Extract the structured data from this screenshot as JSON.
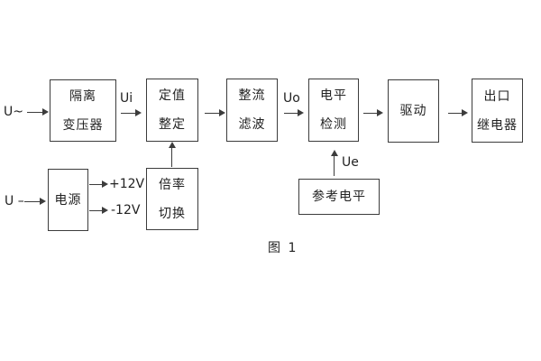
{
  "diagram": {
    "caption": "图 1",
    "inputs": {
      "ac": "U~",
      "dc": "U –"
    },
    "signals": {
      "ui": "Ui",
      "uo": "Uo",
      "ue": "Ue"
    },
    "power_rails": {
      "pos": "+12V",
      "neg": "-12V"
    },
    "blocks": {
      "isolation_transformer": {
        "line1": "隔离",
        "line2": "变压器"
      },
      "setting_adjust": {
        "line1": "定值",
        "line2": "整定"
      },
      "rectifier_filter": {
        "line1": "整流",
        "line2": "滤波"
      },
      "level_detect": {
        "line1": "电平",
        "line2": "检测"
      },
      "driver": {
        "line1": "驱动"
      },
      "output_relay": {
        "line1": "出口",
        "line2": "继电器"
      },
      "power_supply": {
        "line1": "电源"
      },
      "ratio_switch": {
        "line1": "倍率",
        "line2": "切换"
      },
      "reference_level": {
        "line1": "参考电平"
      }
    },
    "colors": {
      "line": "#3c3c3c",
      "text": "#222222",
      "background": "#ffffff"
    }
  }
}
